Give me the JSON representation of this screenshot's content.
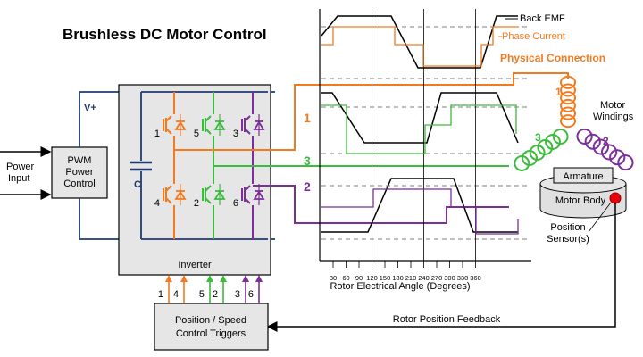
{
  "title": "Brushless DC Motor Control",
  "power_input": {
    "line1": "Power",
    "line2": "Input"
  },
  "pwm_box": {
    "line1": "PWM",
    "line2": "Power",
    "line3": "Control"
  },
  "v_plus": "V+",
  "capacitor_label": "C",
  "inverter": {
    "label": "Inverter",
    "switch_numbers": [
      "1",
      "5",
      "3",
      "4",
      "2",
      "6"
    ]
  },
  "trigger_numbers": [
    "1",
    "4",
    "5",
    "2",
    "3",
    "6"
  ],
  "control_box": {
    "line1": "Position / Speed",
    "line2": "Control Triggers"
  },
  "phase_labels": [
    "1",
    "3",
    "2"
  ],
  "waveform_legend": {
    "back_emf": "Back EMF",
    "phase_current": "Phase Current"
  },
  "physical_connection": "Physical Connection",
  "motor": {
    "windings_line1": "Motor",
    "windings_line2": "Windings",
    "coil_labels": [
      "1",
      "3",
      "2"
    ],
    "armature": "Armature",
    "body": "Motor Body",
    "sensor_line1": "Position",
    "sensor_line2": "Sensor(s)"
  },
  "angle_ticks": [
    "30",
    "60",
    "90",
    "120",
    "150",
    "180",
    "210",
    "240",
    "270",
    "300",
    "330",
    "360"
  ],
  "angle_axis_label": "Rotor Electrical Angle (Degrees)",
  "feedback_label": "Rotor Position Feedback",
  "colors": {
    "phase1": "#f47a20",
    "phase2": "#7b2f98",
    "phase3": "#3dbb3d",
    "bus": "#1f3b6e",
    "panel": "#e6e6e6",
    "line": "#000000"
  }
}
